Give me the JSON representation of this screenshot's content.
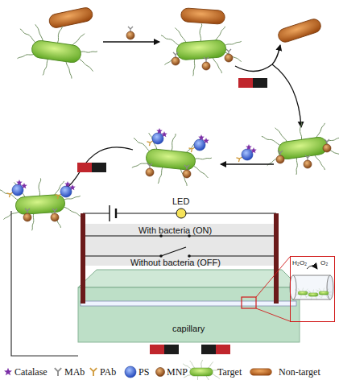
{
  "diagram": {
    "nodes": [
      {
        "text": [
          "H₂O₂",
          "O₂"
        ]
      }
    ],
    "labels": [
      "LED",
      "With bacteria (ON)",
      "Without bacteria (OFF)",
      "capillary"
    ],
    "legend": [
      {
        "text": "Catalase"
      },
      {
        "text": "MAb"
      },
      {
        "text": "PAb"
      },
      {
        "text": "PS"
      },
      {
        "text": "MNP"
      },
      {
        "text": "Target"
      },
      {
        "text": "Non-target"
      }
    ]
  }
}
